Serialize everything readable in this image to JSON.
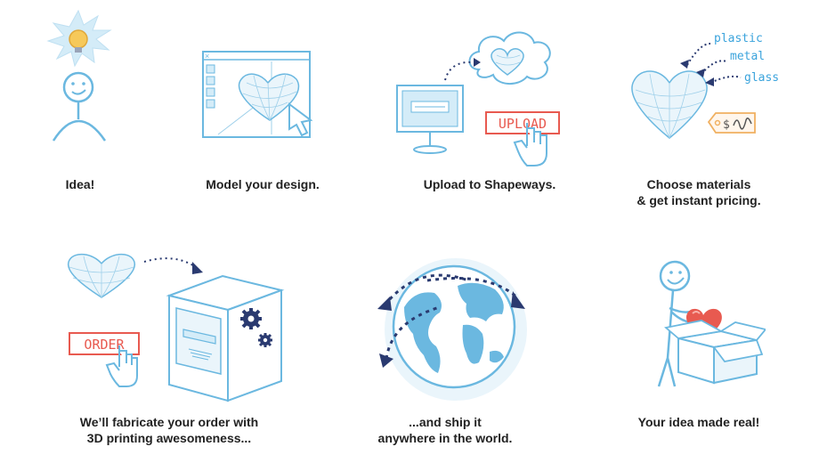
{
  "colors": {
    "line": "#6bb8e0",
    "fill": "#d4ecf8",
    "dark": "#2a3a70",
    "accent": "#e85a50",
    "bulb": "#f6c95a",
    "text": "#222222"
  },
  "steps": [
    {
      "caption": "Idea!",
      "icon": "idea-person-lightbulb-icon"
    },
    {
      "caption": "Model your design.",
      "icon": "modeling-window-heart-icon"
    },
    {
      "caption": "Upload to Shapeways.",
      "icon": "computer-upload-cloud-icon"
    },
    {
      "caption": "Choose materials\n& get instant pricing.",
      "icon": "materials-price-tag-icon"
    },
    {
      "caption": "We’ll fabricate your order with\n3D printing awesomeness...",
      "icon": "printer-order-icon"
    },
    {
      "caption": "...and ship it\nanywhere in the world.",
      "icon": "globe-shipping-icon"
    },
    {
      "caption": "Your idea made real!",
      "icon": "person-box-heart-icon"
    }
  ],
  "labels": {
    "upload_button": "UPLOAD",
    "order_button": "ORDER",
    "materials": [
      "plastic",
      "metal",
      "glass"
    ],
    "price_tag": "$"
  }
}
